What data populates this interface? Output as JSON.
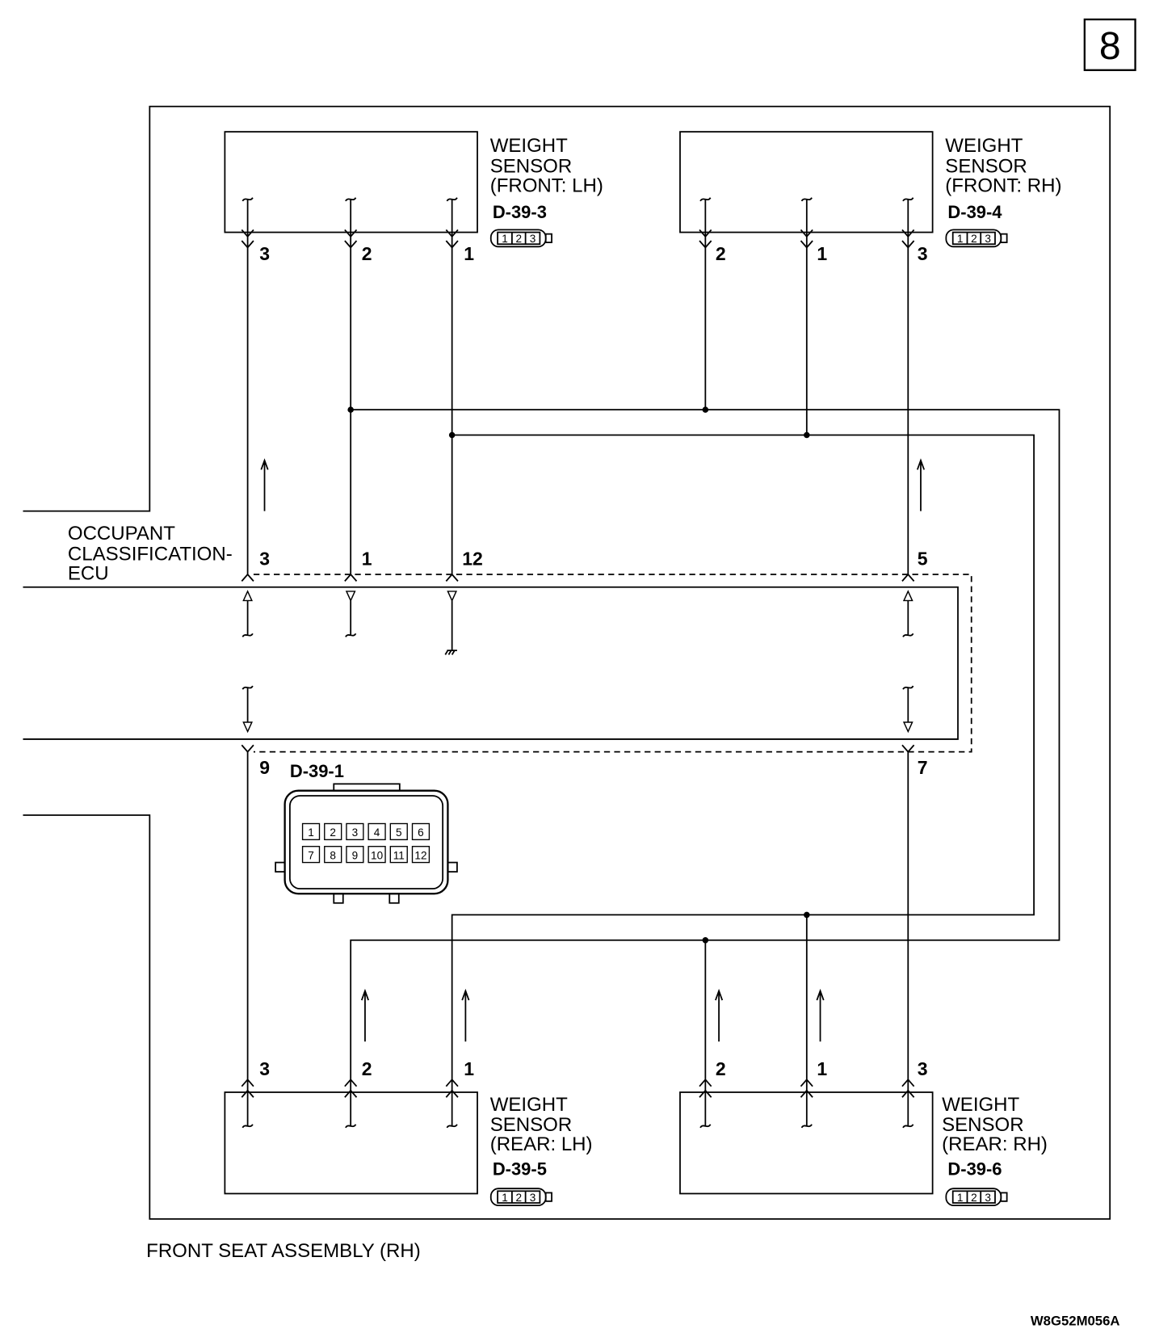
{
  "page_number": "8",
  "diagram_code": "W8G52M056A",
  "assembly": {
    "label": "FRONT SEAT ASSEMBLY (RH)"
  },
  "ecu": {
    "name_lines": [
      "OCCUPANT",
      "CLASSIFICATION-",
      "ECU"
    ],
    "connector": {
      "label": "D-39-1",
      "cells": [
        "1",
        "2",
        "3",
        "4",
        "5",
        "6",
        "7",
        "8",
        "9",
        "10",
        "11",
        "12"
      ]
    },
    "pins_top": [
      "3",
      "1",
      "12",
      "5"
    ],
    "pins_bottom": [
      "9",
      "7"
    ]
  },
  "sensors": {
    "front_lh": {
      "name_lines": [
        "WEIGHT",
        "SENSOR",
        "(FRONT: LH)"
      ],
      "connector": "D-39-3",
      "pins": [
        "3",
        "2",
        "1"
      ],
      "cells": [
        "1",
        "2",
        "3"
      ]
    },
    "front_rh": {
      "name_lines": [
        "WEIGHT",
        "SENSOR",
        "(FRONT: RH)"
      ],
      "connector": "D-39-4",
      "pins": [
        "2",
        "1",
        "3"
      ],
      "cells": [
        "1",
        "2",
        "3"
      ]
    },
    "rear_lh": {
      "name_lines": [
        "WEIGHT",
        "SENSOR",
        "(REAR: LH)"
      ],
      "connector": "D-39-5",
      "pins": [
        "3",
        "2",
        "1"
      ],
      "cells": [
        "1",
        "2",
        "3"
      ]
    },
    "rear_rh": {
      "name_lines": [
        "WEIGHT",
        "SENSOR",
        "(REAR: RH)"
      ],
      "connector": "D-39-6",
      "pins": [
        "2",
        "1",
        "3"
      ],
      "cells": [
        "1",
        "2",
        "3"
      ]
    }
  }
}
